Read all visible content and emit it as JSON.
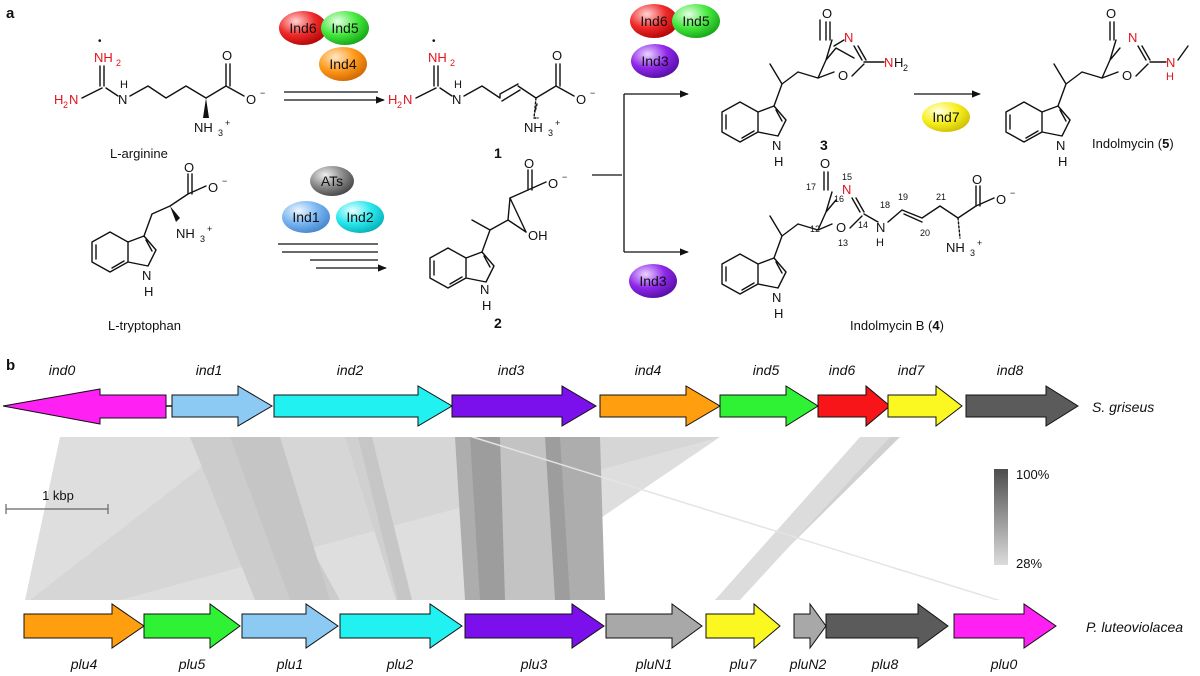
{
  "panels": {
    "a": "a",
    "b": "b"
  },
  "colors": {
    "ind0": "#ff21f3",
    "ind1": "#8ccaf4",
    "ind2": "#22f1f1",
    "ind3": "#7c10ec",
    "ind4": "#ff9f10",
    "ind5": "#2ef233",
    "ind6": "#f7151a",
    "ind7": "#fbf821",
    "ind8": "#5b5b5b",
    "pluN": "#a8a8a8",
    "ats": "#6e6e6e"
  },
  "enzymes": {
    "ind6": "Ind6",
    "ind5": "Ind5",
    "ind4": "Ind4",
    "ind3": "Ind3",
    "ind7": "Ind7",
    "ind1": "Ind1",
    "ind2": "Ind2",
    "ats": "ATs"
  },
  "compounds": {
    "arginine": "L-arginine",
    "tryptophan": "L-tryptophan",
    "c1": "1",
    "c2": "2",
    "c3": "3",
    "indolmycin_name": "Indolmycin (",
    "indolmycin_num": "5",
    "indolmycin_close": ")",
    "indolmycinB_name": "Indolmycin B (",
    "indolmycinB_num": "4",
    "indolmycinB_close": ")"
  },
  "atoms": {
    "NH2": "NH",
    "H2N": "H",
    "N": "N",
    "H": "H",
    "O": "O",
    "OH": "OH",
    "NH3": "NH",
    "num15": "15",
    "num16": "16",
    "num17": "17",
    "num18": "18",
    "num19": "19",
    "num20": "20",
    "num21": "21",
    "num12": "12",
    "num13": "13",
    "num14": "14"
  },
  "cluster": {
    "top_species": "S. griseus",
    "bottom_species": "P. luteoviolacea",
    "top_genes": [
      "ind0",
      "ind1",
      "ind2",
      "ind3",
      "ind4",
      "ind5",
      "ind6",
      "ind7",
      "ind8"
    ],
    "bottom_genes": [
      "plu4",
      "plu5",
      "plu1",
      "plu2",
      "plu3",
      "pluN1",
      "plu7",
      "pluN2",
      "plu8",
      "plu0"
    ],
    "scale_label": "1 kbp",
    "identity_max": "100%",
    "identity_min": "28%"
  }
}
